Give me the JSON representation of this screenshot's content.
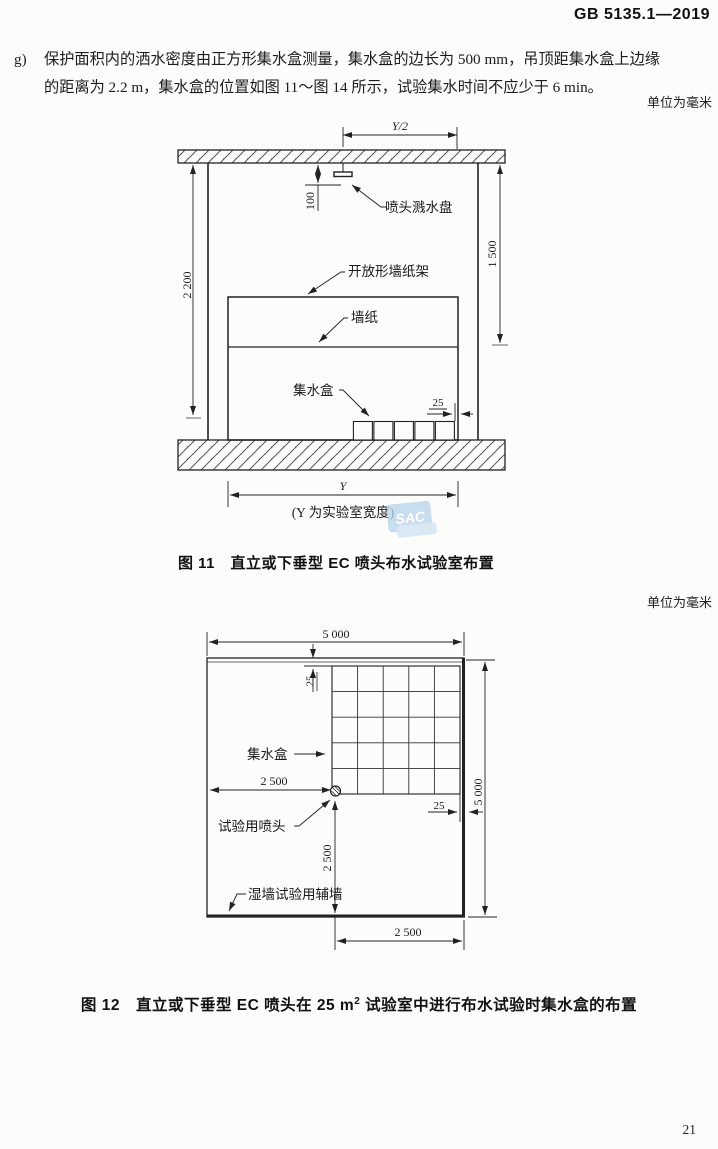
{
  "page": {
    "standard_number": "GB 5135.1—2019",
    "unit_note": "单位为毫米",
    "page_number": "21"
  },
  "paragraph_g": {
    "marker": "g)",
    "line1": "保护面积内的洒水密度由正方形集水盒测量，集水盒的边长为 500 mm，吊顶距集水盒上边缘",
    "line2": "的距离为 2.2 m，集水盒的位置如图 11～图 14 所示，试验集水时间不应少于 6 min。"
  },
  "figure11": {
    "caption": "图 11　直立或下垂型 EC 喷头布水试验室布置",
    "labels": {
      "deflector": "喷头溅水盘",
      "rack": "开放形墙纸架",
      "wallpaper": "墙纸",
      "collection_box": "集水盒",
      "y_note": "(Y 为实验室宽度)"
    },
    "dims": {
      "y_half": "Y/2",
      "h100": "100",
      "h1500": "1 500",
      "h2200": "2 200",
      "gap25": "25",
      "y_width": "Y"
    },
    "watermark": "SAC"
  },
  "figure12": {
    "caption_prefix": "图 12　直立或下垂型 EC 喷头在 25 m",
    "caption_sup": "2",
    "caption_suffix": " 试验室中进行布水试验时集水盒的布置",
    "labels": {
      "collection_box": "集水盒",
      "test_sprinkler": "试验用喷头",
      "aux_wall": "湿墙试验用辅墙"
    },
    "dims": {
      "top_width": "5 000",
      "right_height": "5 000",
      "left_half": "2 500",
      "vertical_half": "2 500",
      "bottom_half": "2 500",
      "gap_top": "25",
      "gap_right": "25"
    }
  }
}
